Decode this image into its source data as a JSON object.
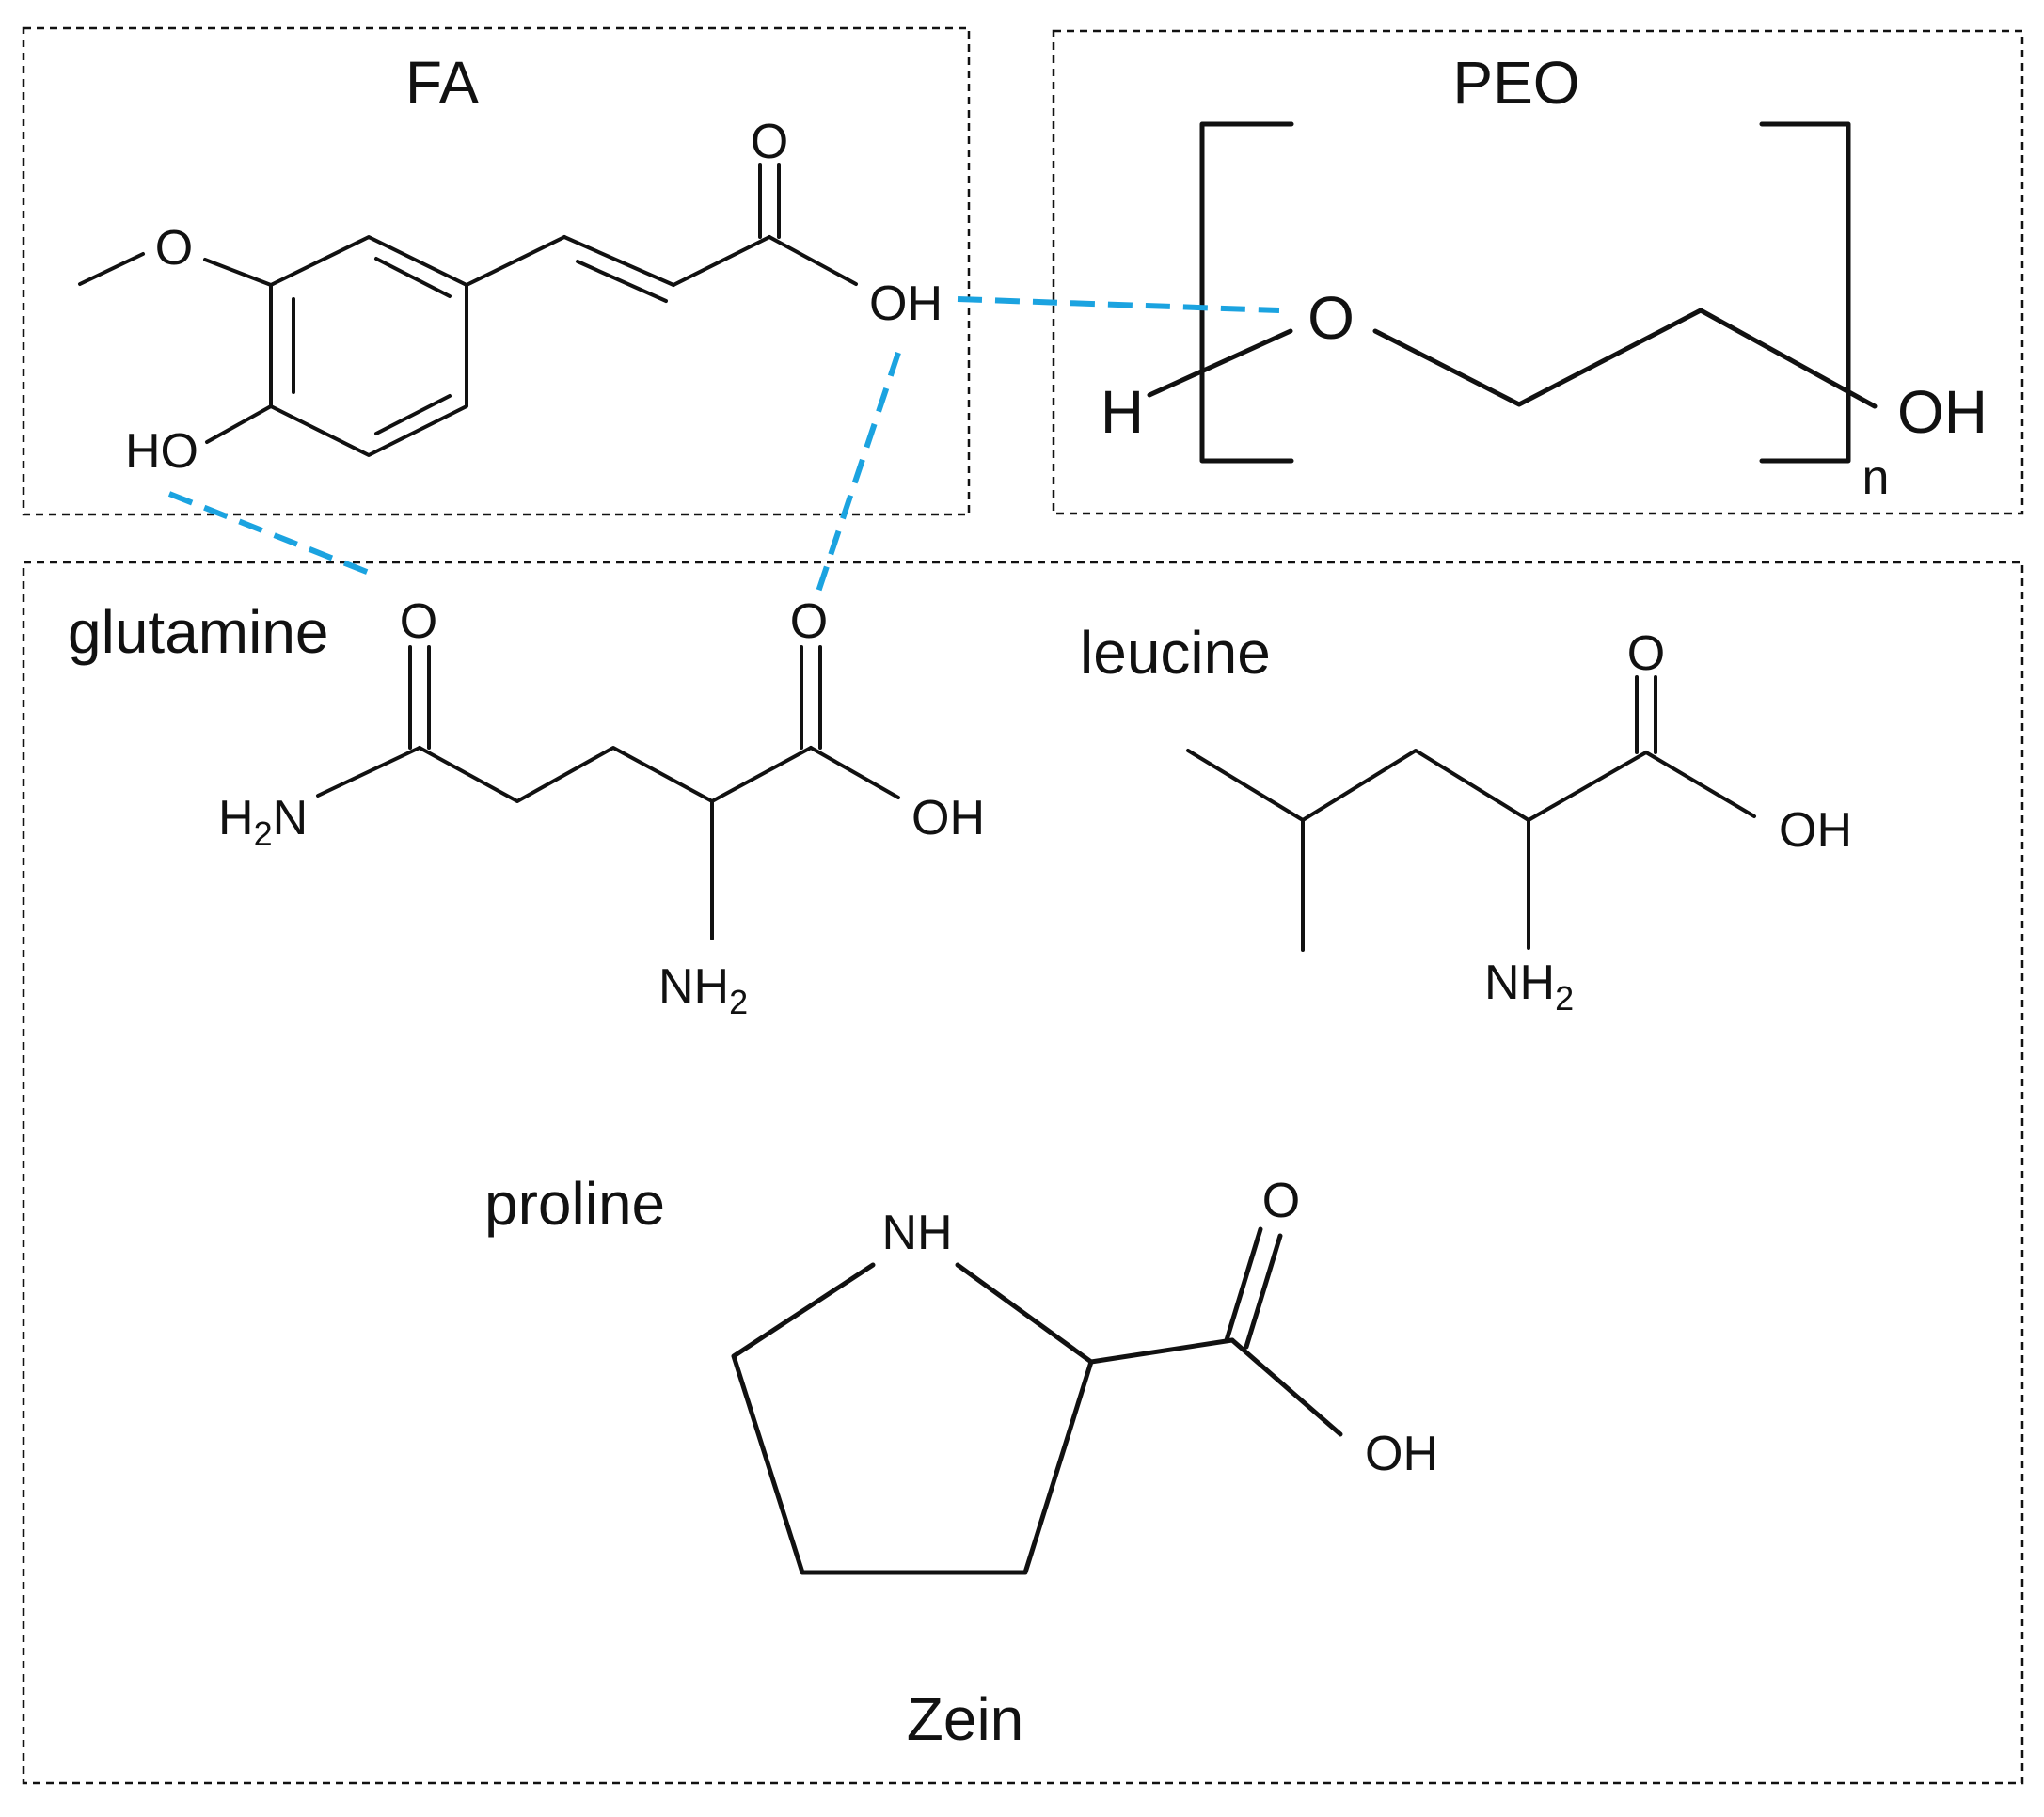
{
  "panels": {
    "fa": {
      "title": "FA"
    },
    "peo": {
      "title": "PEO"
    },
    "zein": {
      "title": "Zein"
    }
  },
  "fa": {
    "carbonyl_o": "O",
    "methoxy_o": "O",
    "acid_oh": "OH",
    "phenol_ho": "HO"
  },
  "peo": {
    "h": "H",
    "ether_o": "O",
    "oh": "OH",
    "repeat_n": "n"
  },
  "glutamine": {
    "name": "glutamine",
    "amide_o": "O",
    "acid_o": "O",
    "h2n_h": "H",
    "h2n_sub": "2",
    "h2n_n": "N",
    "oh": "OH",
    "nh2_nh": "NH",
    "nh2_sub": "2"
  },
  "leucine": {
    "name": "leucine",
    "acid_o": "O",
    "oh": "OH",
    "nh2_nh": "NH",
    "nh2_sub": "2"
  },
  "proline": {
    "name": "proline",
    "nh": "NH",
    "acid_o": "O",
    "oh": "OH"
  },
  "colors": {
    "hydrogen_bond": "#1BA3E0",
    "ink": "#111111"
  }
}
